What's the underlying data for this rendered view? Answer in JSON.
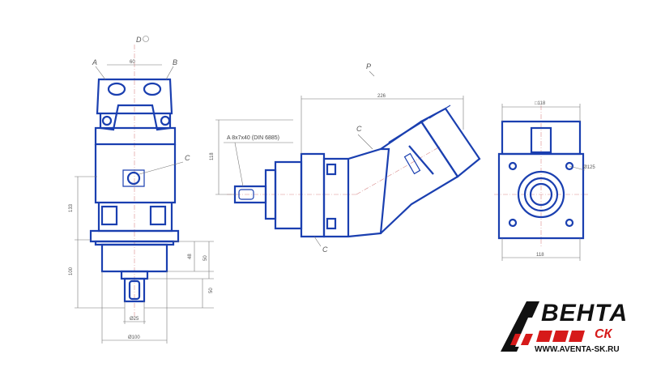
{
  "top_view_label": "D",
  "side_view_label": "P",
  "ports": {
    "a": "A",
    "b": "B",
    "c": "C"
  },
  "shaft_note": "A  8x7x40  (DIN  6885)",
  "dims": {
    "port_spacing": "60",
    "overall_length": "226",
    "side_height": "118",
    "front_height": "133",
    "lower_height": "100",
    "flange_h1": "48",
    "flange_h2": "50",
    "shaft_len": "50",
    "shaft_dia": "Ø25",
    "pilot_dia": "Ø100",
    "end_width": "□118",
    "end_width_bottom": "118",
    "bolt_circle": "Ø125"
  },
  "logo": {
    "word": "ВЕНТА",
    "sub": "СК",
    "url": "WWW.AVENTA-SK.RU"
  }
}
